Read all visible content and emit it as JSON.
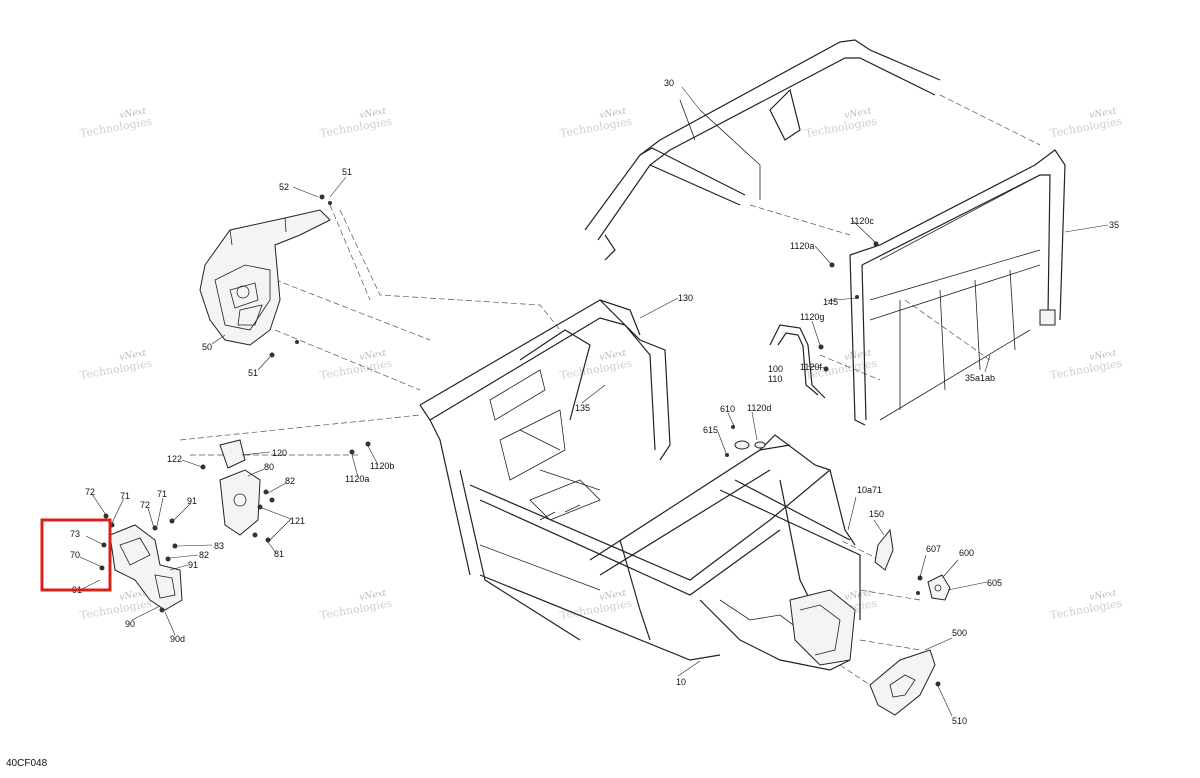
{
  "diagram_code": "40CF048",
  "watermark": {
    "line1": "vNext",
    "line2": "Technologies"
  },
  "highlight_color": "#d9211c",
  "callouts": [
    {
      "id": "c30",
      "text": "30"
    },
    {
      "id": "c35",
      "text": "35"
    },
    {
      "id": "c35a1ab",
      "text": "35a1ab"
    },
    {
      "id": "c51a",
      "text": "51"
    },
    {
      "id": "c52",
      "text": "52"
    },
    {
      "id": "c50",
      "text": "50"
    },
    {
      "id": "c51b",
      "text": "51"
    },
    {
      "id": "c130",
      "text": "130"
    },
    {
      "id": "c135",
      "text": "135"
    },
    {
      "id": "c1120c",
      "text": "1120c"
    },
    {
      "id": "c1120a_r",
      "text": "1120a"
    },
    {
      "id": "c145",
      "text": "145"
    },
    {
      "id": "c1120g",
      "text": "1120g"
    },
    {
      "id": "c100",
      "text": "100"
    },
    {
      "id": "c110",
      "text": "110"
    },
    {
      "id": "c1120f",
      "text": "1120f"
    },
    {
      "id": "c610",
      "text": "610"
    },
    {
      "id": "c1120d",
      "text": "1120d"
    },
    {
      "id": "c615",
      "text": "615"
    },
    {
      "id": "c120",
      "text": "120"
    },
    {
      "id": "c122",
      "text": "122"
    },
    {
      "id": "c80",
      "text": "80"
    },
    {
      "id": "c82a",
      "text": "82"
    },
    {
      "id": "c121",
      "text": "121"
    },
    {
      "id": "c81",
      "text": "81"
    },
    {
      "id": "c1120b",
      "text": "1120b"
    },
    {
      "id": "c1120a_l",
      "text": "1120a"
    },
    {
      "id": "c72a",
      "text": "72"
    },
    {
      "id": "c71a",
      "text": "71"
    },
    {
      "id": "c71b",
      "text": "71"
    },
    {
      "id": "c72b",
      "text": "72"
    },
    {
      "id": "c91a",
      "text": "91"
    },
    {
      "id": "c73",
      "text": "73"
    },
    {
      "id": "c70",
      "text": "70"
    },
    {
      "id": "c83",
      "text": "83"
    },
    {
      "id": "c82b",
      "text": "82"
    },
    {
      "id": "c91b",
      "text": "91"
    },
    {
      "id": "c91c",
      "text": "91"
    },
    {
      "id": "c90",
      "text": "90"
    },
    {
      "id": "c90d",
      "text": "90d"
    },
    {
      "id": "c10a71",
      "text": "10a71"
    },
    {
      "id": "c150",
      "text": "150"
    },
    {
      "id": "c607",
      "text": "607"
    },
    {
      "id": "c600",
      "text": "600"
    },
    {
      "id": "c605",
      "text": "605"
    },
    {
      "id": "c500",
      "text": "500"
    },
    {
      "id": "c510",
      "text": "510"
    },
    {
      "id": "c10",
      "text": "10"
    }
  ]
}
